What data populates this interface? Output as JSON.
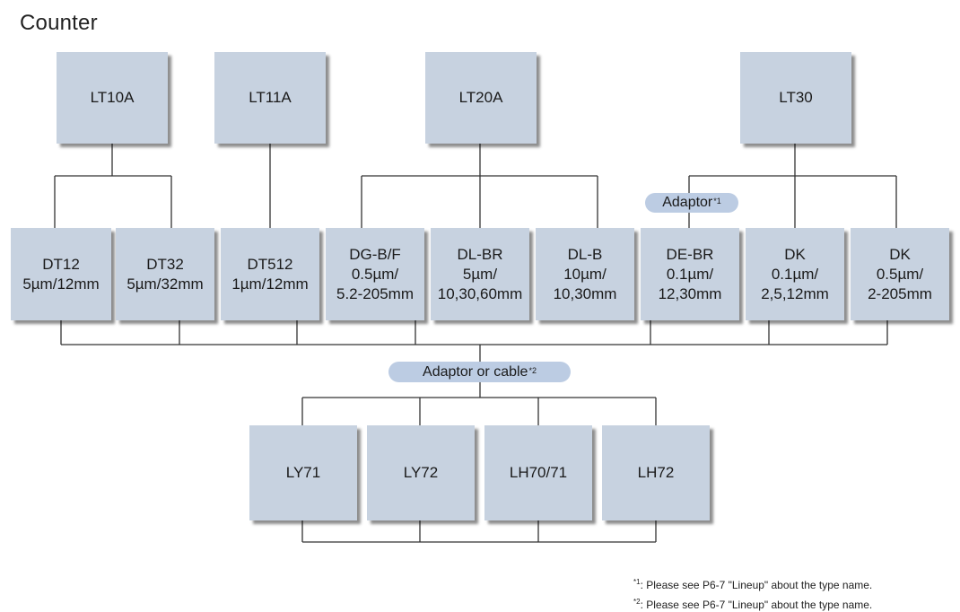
{
  "title": "Counter",
  "counters": [
    {
      "id": "lt10a",
      "label": "LT10A"
    },
    {
      "id": "lt11a",
      "label": "LT11A"
    },
    {
      "id": "lt20a",
      "label": "LT20A"
    },
    {
      "id": "lt30",
      "label": "LT30"
    }
  ],
  "scales": [
    {
      "id": "dt12",
      "lines": [
        "DT12",
        "5µm/12mm"
      ]
    },
    {
      "id": "dt32",
      "lines": [
        "DT32",
        "5µm/32mm"
      ]
    },
    {
      "id": "dt512",
      "lines": [
        "DT512",
        "1µm/12mm"
      ]
    },
    {
      "id": "dg-b-f",
      "lines": [
        "DG-B/F",
        "0.5µm/",
        "5.2-205mm"
      ]
    },
    {
      "id": "dl-br",
      "lines": [
        "DL-BR",
        "5µm/",
        "10,30,60mm"
      ]
    },
    {
      "id": "dl-b",
      "lines": [
        "DL-B",
        "10µm/",
        "10,30mm"
      ]
    },
    {
      "id": "de-br",
      "lines": [
        "DE-BR",
        "0.1µm/",
        "12,30mm"
      ]
    },
    {
      "id": "dk-01",
      "lines": [
        "DK",
        "0.1µm/",
        "2,5,12mm"
      ]
    },
    {
      "id": "dk-05",
      "lines": [
        "DK",
        "0.5µm/",
        "2-205mm"
      ]
    }
  ],
  "adaptor1": {
    "label": "Adaptor",
    "mark": "*1"
  },
  "adaptor2": {
    "label": "Adaptor or cable",
    "mark": "*2"
  },
  "outputs": [
    {
      "id": "ly71",
      "label": "LY71"
    },
    {
      "id": "ly72",
      "label": "LY72"
    },
    {
      "id": "lh70-71",
      "label": "LH70/71"
    },
    {
      "id": "lh72",
      "label": "LH72"
    }
  ],
  "notes": [
    {
      "mark": "*1",
      "text": ": Please see P6-7 \"Lineup\" about the type name."
    },
    {
      "mark": "*2",
      "text": ": Please see P6-7 \"Lineup\" about the type name."
    }
  ],
  "colors": {
    "box": "#c7d2e0",
    "pill": "#bccce3",
    "line": "#333333"
  }
}
